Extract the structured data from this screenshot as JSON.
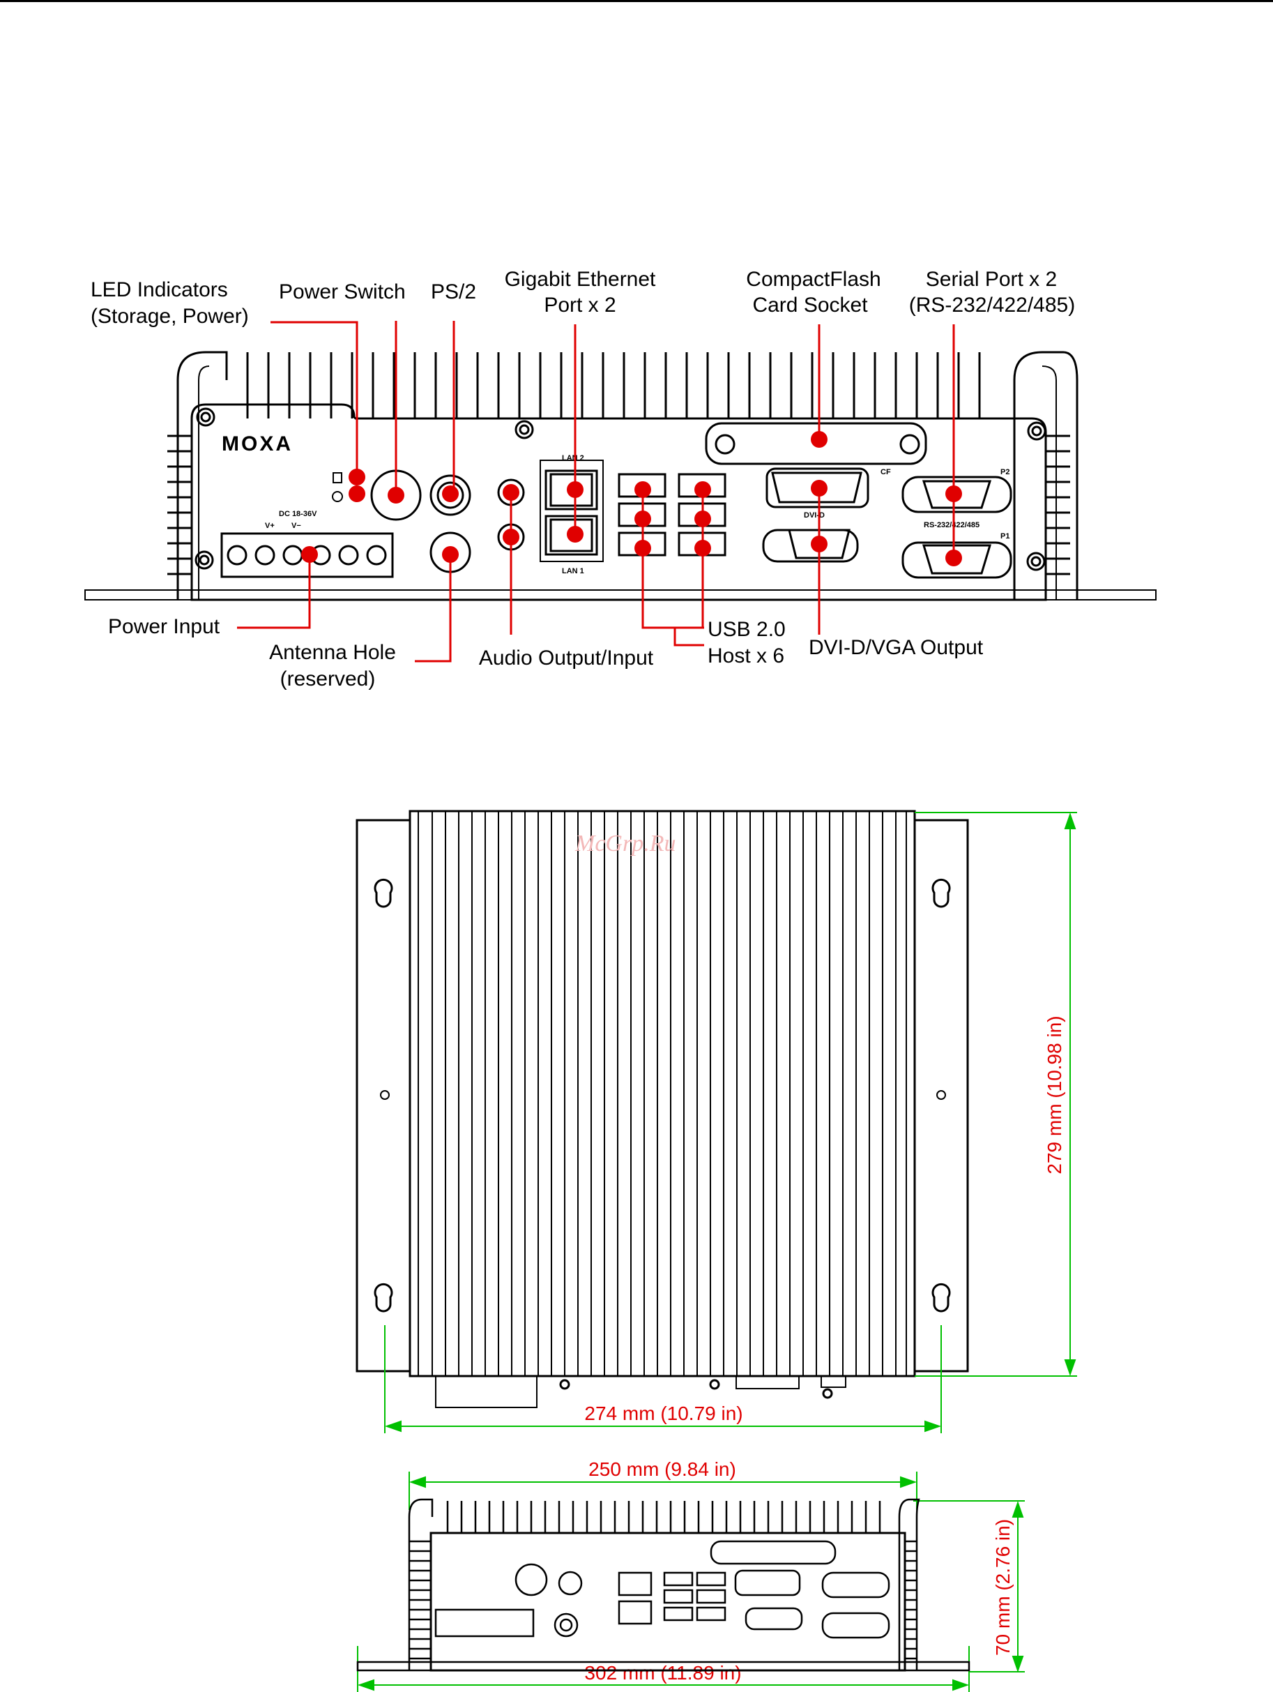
{
  "labels": {
    "led": [
      "LED Indicators",
      "(Storage, Power)"
    ],
    "power_switch": "Power Switch",
    "ps2": "PS/2",
    "ethernet": [
      "Gigabit Ethernet",
      "Port x 2"
    ],
    "cf": [
      "CompactFlash",
      "Card Socket"
    ],
    "serial": [
      "Serial Port x 2",
      "(RS-232/422/485)"
    ],
    "power_input": "Power Input",
    "antenna": [
      "Antenna Hole",
      "(reserved)"
    ],
    "audio": "Audio Output/Input",
    "usb": [
      "USB 2.0",
      "Host x 6"
    ],
    "dvi_vga": "DVI-D/VGA Output"
  },
  "panel_text": {
    "logo": "MOXA",
    "dc": "DC 18-36V",
    "v_plus": "V+",
    "v_minus": "V−",
    "lan2": "LAN 2",
    "lan1": "LAN 1",
    "cf": "CF",
    "dvi": "DVI-D",
    "p2": "P2",
    "rs": "RS-232/422/485",
    "p1": "P1"
  },
  "dimensions": {
    "depth": "279 mm (10.98 in)",
    "mount_width": "274 mm (10.79 in)",
    "body_width": "250 mm (9.84 in)",
    "height": "70 mm (2.76 in)",
    "total_width": "302 mm (11.89 in)"
  },
  "watermark": "McGrp.Ru",
  "colors": {
    "callout": "#e00000",
    "dimension": "#00c000",
    "line": "#000000"
  }
}
